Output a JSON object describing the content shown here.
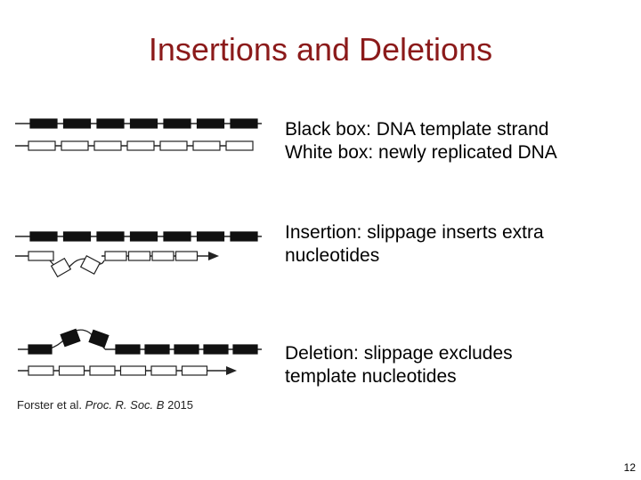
{
  "title": "Insertions and Deletions",
  "colors": {
    "title": "#8b1a1a",
    "template_box": "#111111",
    "new_box_fill": "#ffffff",
    "strand_line": "#222222"
  },
  "panels": [
    {
      "type": "normal",
      "caption_lines": [
        "Black box: DNA template strand",
        "White box: newly replicated DNA"
      ]
    },
    {
      "type": "insertion",
      "caption_lines": [
        "Insertion: slippage inserts extra",
        "nucleotides"
      ]
    },
    {
      "type": "deletion",
      "caption_lines": [
        "Deletion: slippage excludes",
        "template nucleotides"
      ]
    }
  ],
  "citation": {
    "prefix": "Forster et al.",
    "journal": "Proc. R. Soc. B",
    "year": "2015"
  },
  "page_number": "12"
}
